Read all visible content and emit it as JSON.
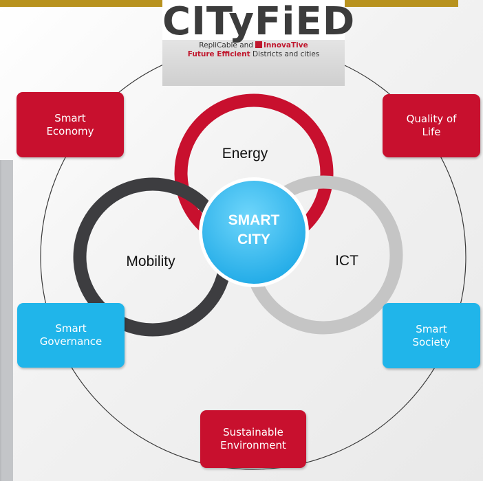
{
  "logo": {
    "wordmark": "CITyFiED",
    "tagline_1a": "RepliCable and",
    "tagline_1b": "InnovaTive",
    "tagline_2a": "Future Efficient",
    "tagline_2b": "Districts and cities"
  },
  "center": {
    "line1": "SMART",
    "line2": "CITY"
  },
  "rings": {
    "top": "Energy",
    "left": "Mobility",
    "right": "ICT"
  },
  "boxes": {
    "smart_economy": "Smart\nEconomy",
    "quality_of_life": "Quality of\nLife",
    "smart_governance": "Smart\nGovernance",
    "smart_society": "Smart\nSociety",
    "sustainable_environment": "Sustainable\nEnvironment"
  },
  "colors": {
    "red": "#c8102e",
    "dark_ring": "#3d3d40",
    "grey_ring": "#c5c5c5",
    "center_blue": "#29b8ee",
    "box_blue": "#20b5ea",
    "top_bar": "#b8921e"
  }
}
